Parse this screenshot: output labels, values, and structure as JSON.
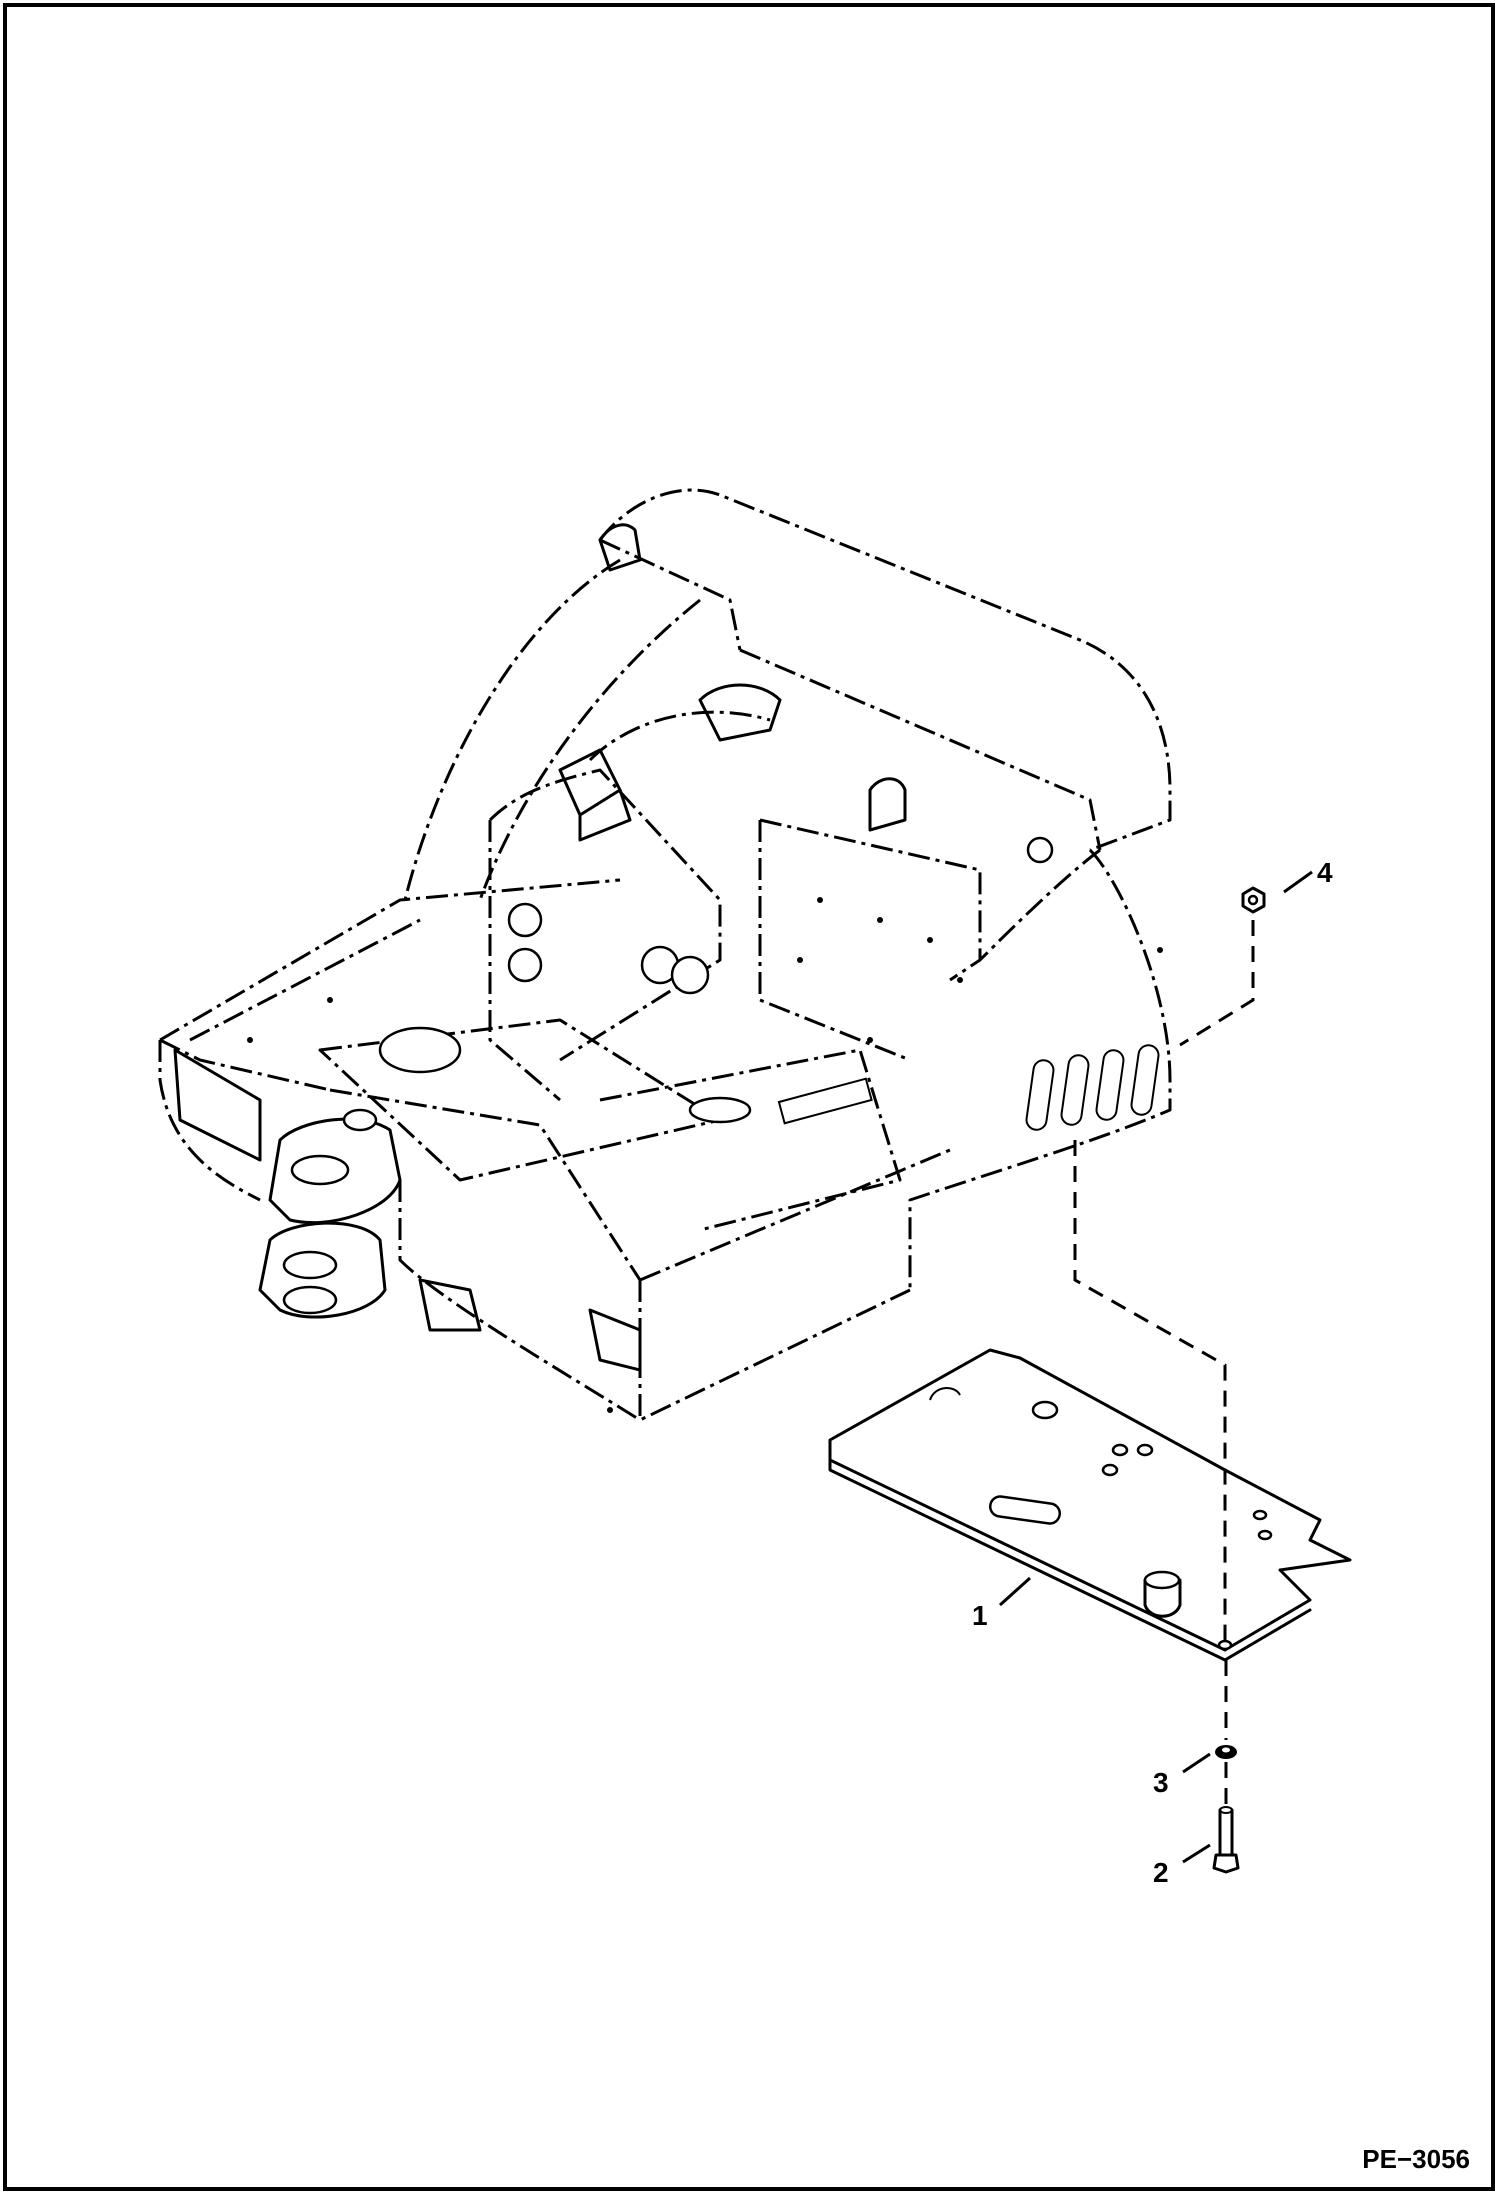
{
  "callouts": [
    {
      "id": "1",
      "label": "1"
    },
    {
      "id": "2",
      "label": "2"
    },
    {
      "id": "3",
      "label": "3"
    },
    {
      "id": "4",
      "label": "4"
    }
  ],
  "reference": "PE−3056"
}
